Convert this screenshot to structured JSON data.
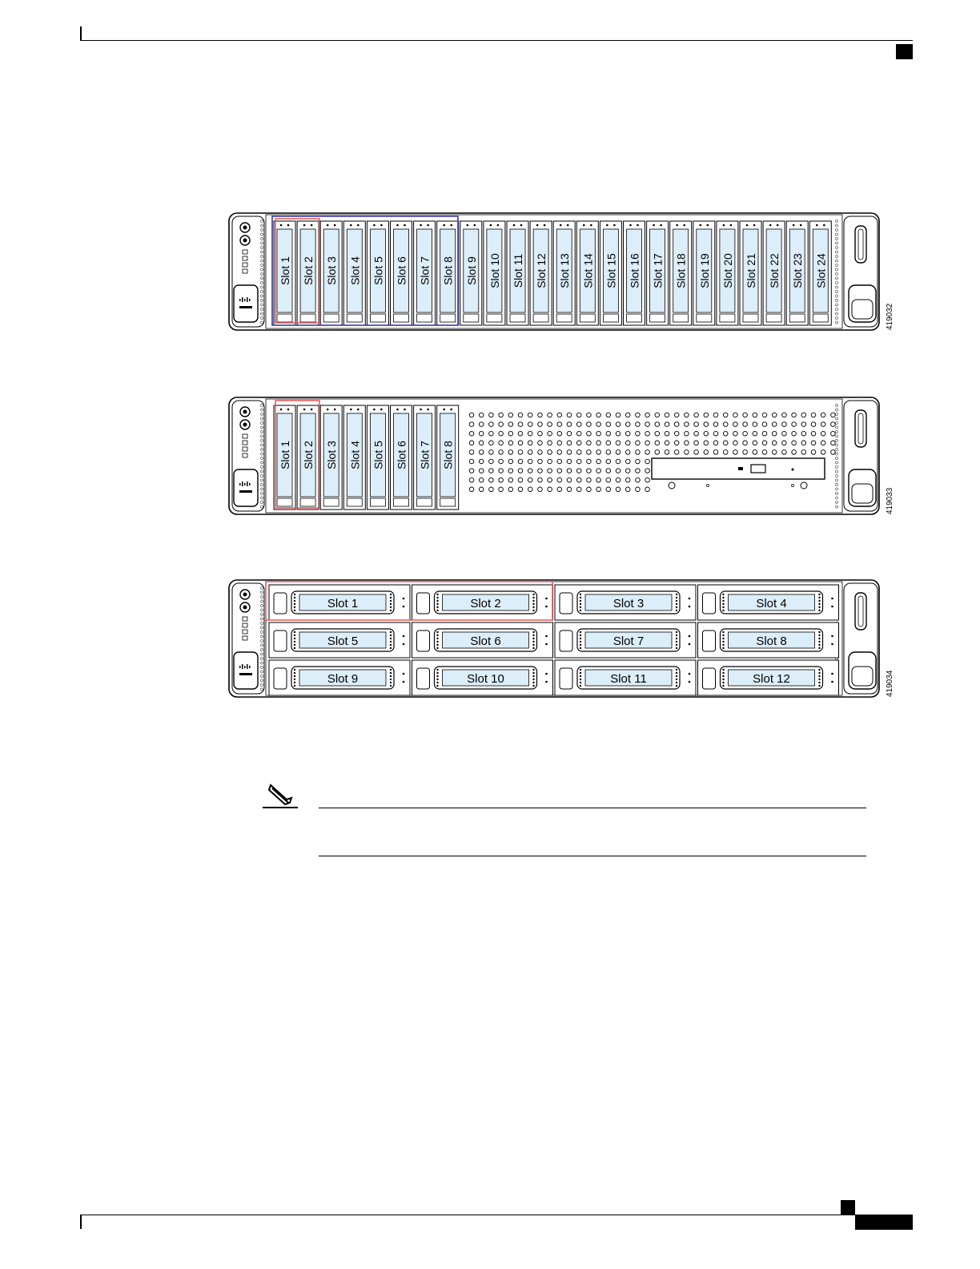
{
  "figures": [
    {
      "id": "419032",
      "layout": "24-sff",
      "slots": [
        "Slot 1",
        "Slot 2",
        "Slot 3",
        "Slot 4",
        "Slot 5",
        "Slot 6",
        "Slot 7",
        "Slot 8",
        "Slot 9",
        "Slot 10",
        "Slot 11",
        "Slot 12",
        "Slot 13",
        "Slot 14",
        "Slot 15",
        "Slot 16",
        "Slot 17",
        "Slot 18",
        "Slot 19",
        "Slot 20",
        "Slot 21",
        "Slot 22",
        "Slot 23",
        "Slot 24"
      ]
    },
    {
      "id": "419033",
      "layout": "8-sff-dvd",
      "slots": [
        "Slot 1",
        "Slot 2",
        "Slot 3",
        "Slot 4",
        "Slot 5",
        "Slot 6",
        "Slot 7",
        "Slot 8"
      ]
    },
    {
      "id": "419034",
      "layout": "12-lff",
      "slots": [
        "Slot 1",
        "Slot 2",
        "Slot 3",
        "Slot 4",
        "Slot 5",
        "Slot 6",
        "Slot 7",
        "Slot 8",
        "Slot 9",
        "Slot 10",
        "Slot 11",
        "Slot 12"
      ]
    }
  ],
  "colors": {
    "drive_label": "#dceefa",
    "highlight_red": "#e06060",
    "highlight_blue": "#3a3aa0"
  },
  "icons": {
    "note": "pencil-note-icon"
  }
}
